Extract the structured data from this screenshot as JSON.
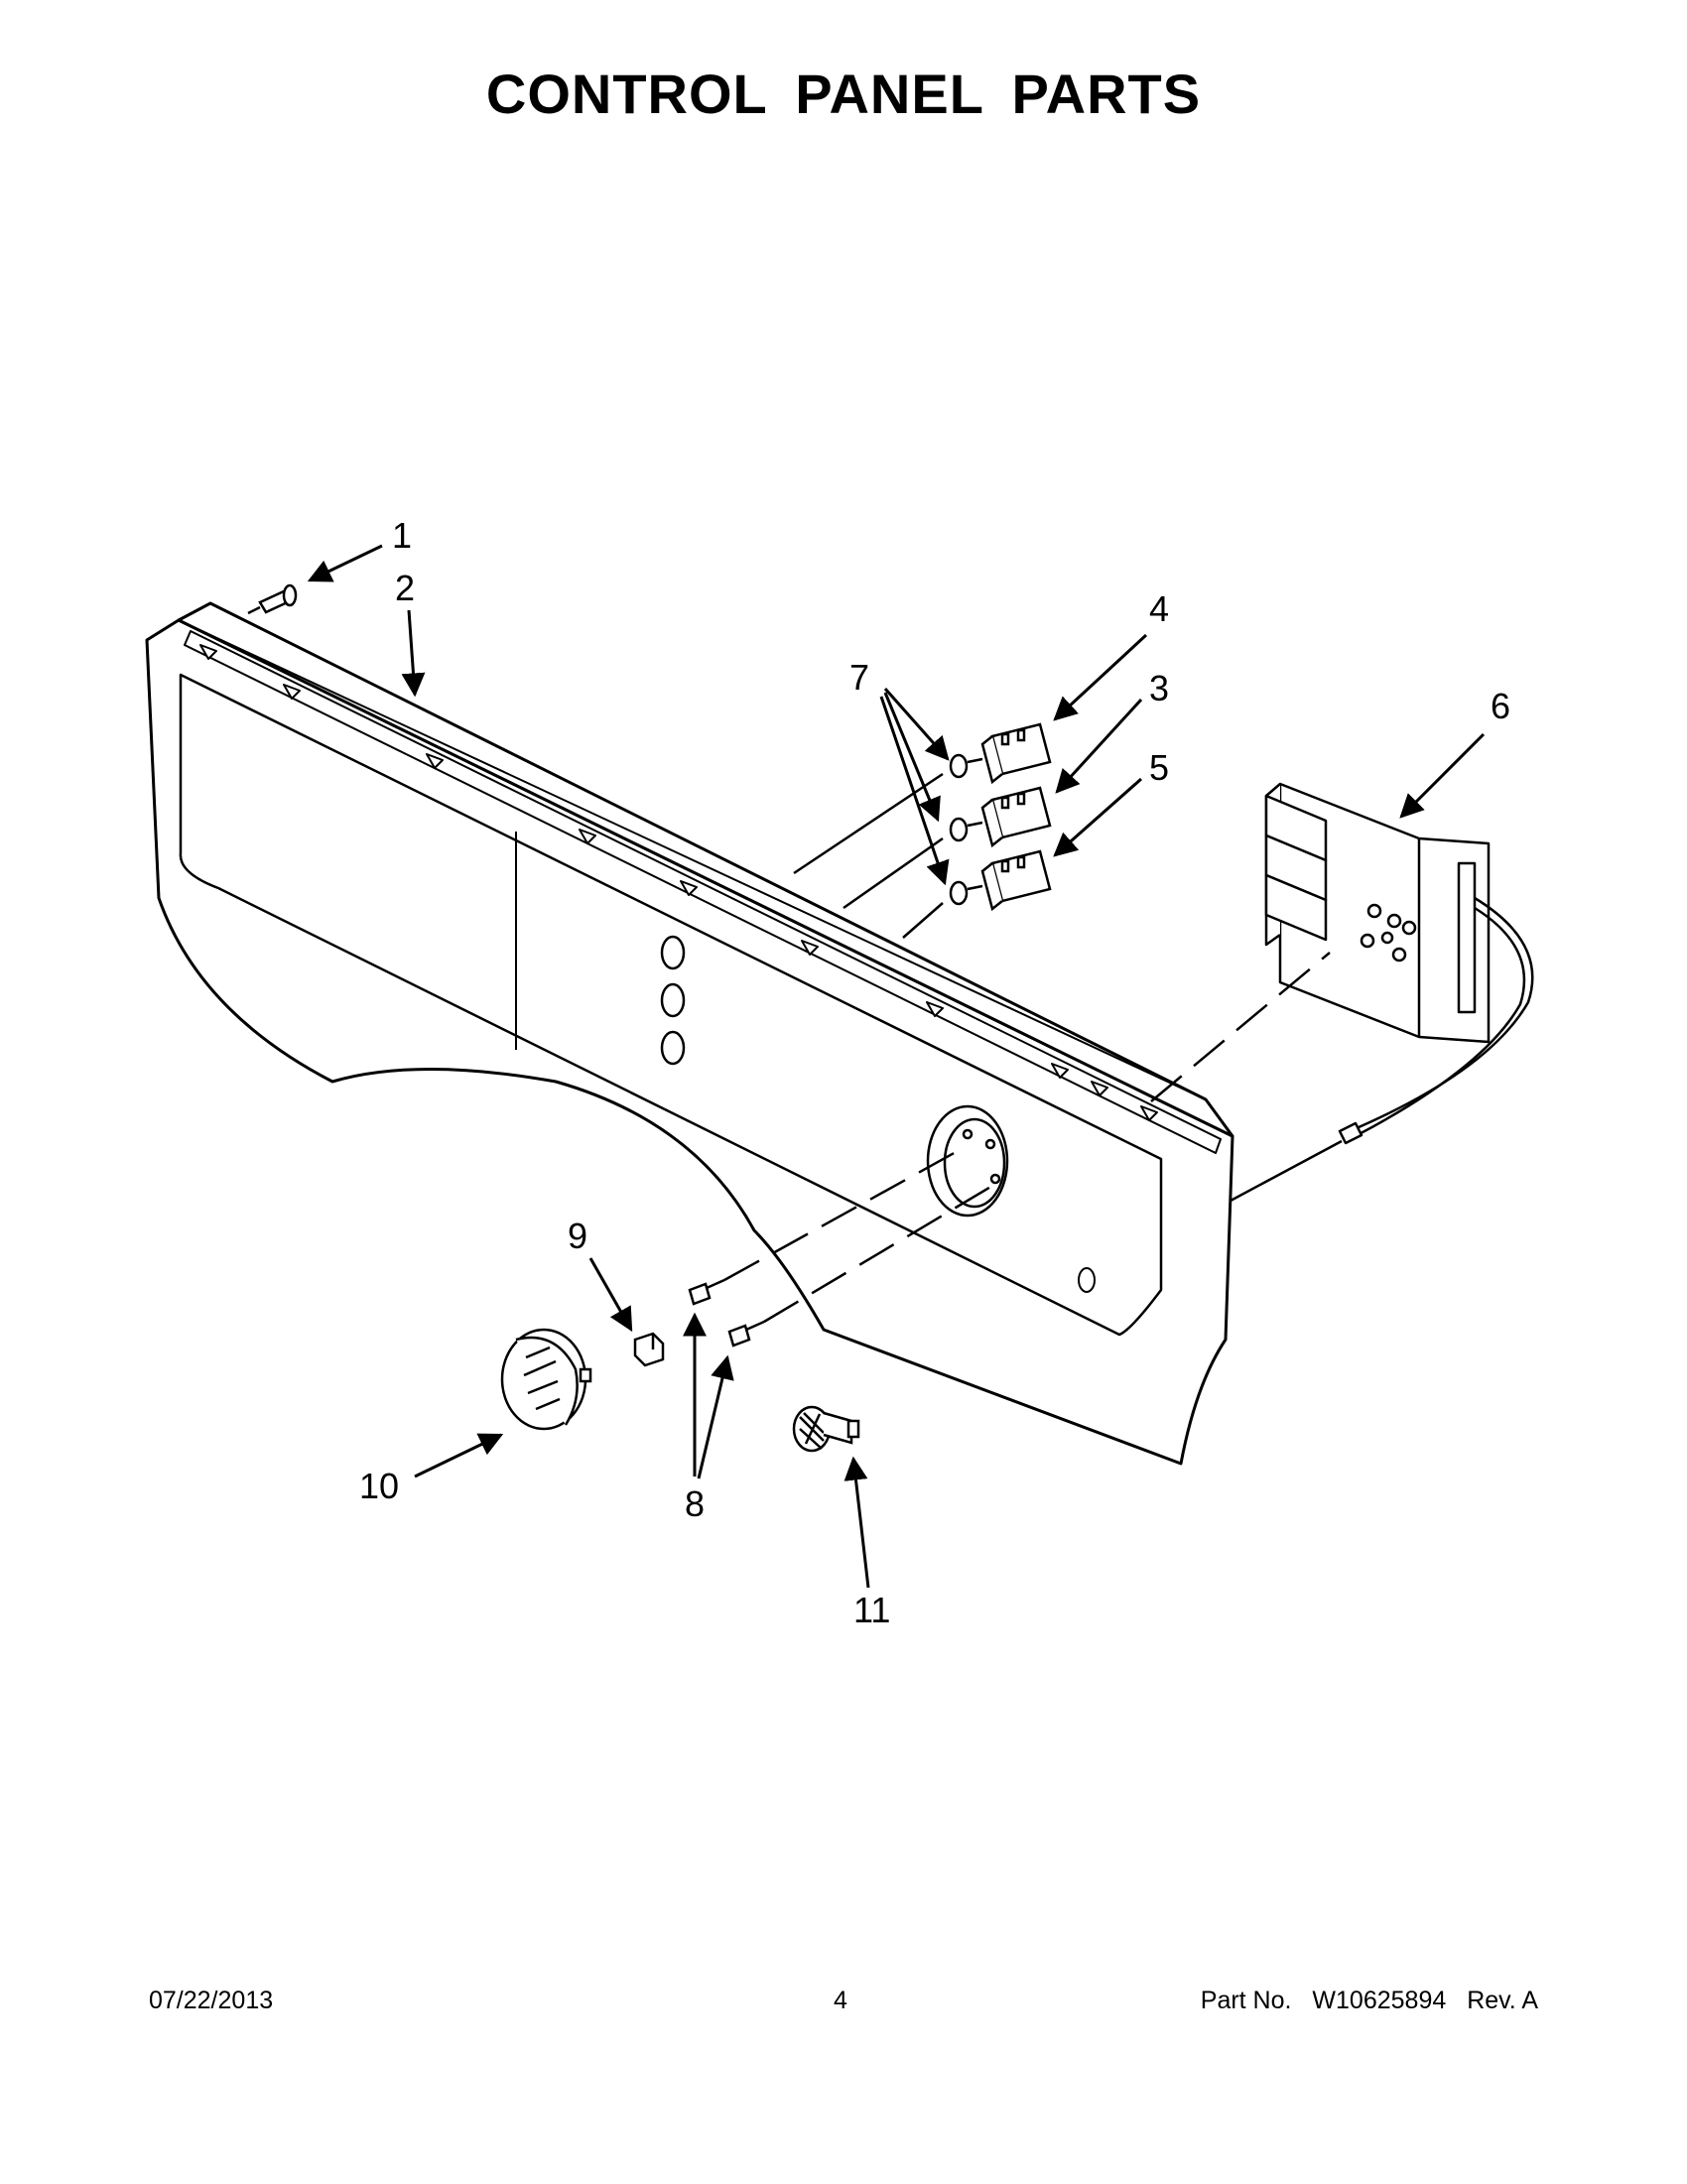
{
  "page": {
    "title": "CONTROL PANEL PARTS"
  },
  "callouts": [
    "1",
    "2",
    "3",
    "4",
    "5",
    "6",
    "7",
    "8",
    "9",
    "10",
    "11"
  ],
  "footer": {
    "date": "07/22/2013",
    "page_number": "4",
    "part_label": "Part No.",
    "part_number": "W10625894",
    "revision": "Rev. A"
  }
}
